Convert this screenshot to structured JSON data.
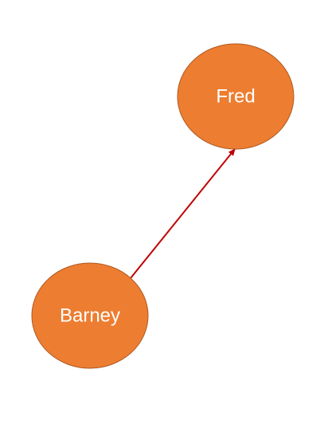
{
  "diagram": {
    "nodes": [
      {
        "id": "fred",
        "label": "Fred"
      },
      {
        "id": "barney",
        "label": "Barney"
      }
    ],
    "edges": [
      {
        "from": "barney",
        "to": "fred",
        "directed": true
      }
    ],
    "colors": {
      "node_fill": "#ED7D31",
      "node_stroke": "#AE5A21",
      "node_text": "#FFFFFF",
      "edge": "#C00000",
      "background": "#FFFFFF"
    }
  }
}
